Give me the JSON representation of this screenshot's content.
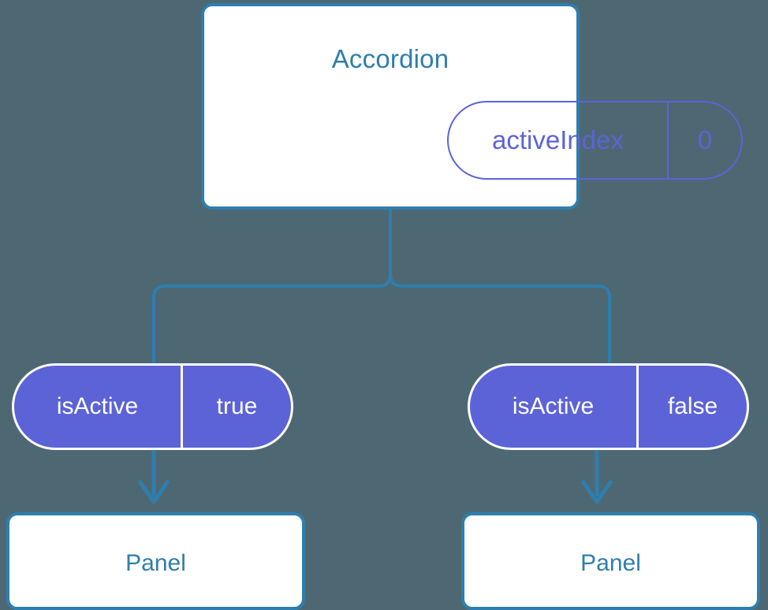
{
  "diagram": {
    "title_node": {
      "label": "Accordion",
      "state": {
        "key": "activeIndex",
        "value": "0"
      }
    },
    "children": [
      {
        "prop_key": "isActive",
        "prop_value": "true",
        "panel_label": "Panel"
      },
      {
        "prop_key": "isActive",
        "prop_value": "false",
        "panel_label": "Panel"
      }
    ]
  },
  "colors": {
    "background": "#4d6873",
    "accent_blue": "#2e7eae",
    "accent_purple": "#5c63d6",
    "card_fill": "#ffffff",
    "pill_text_light": "#ffffff"
  }
}
